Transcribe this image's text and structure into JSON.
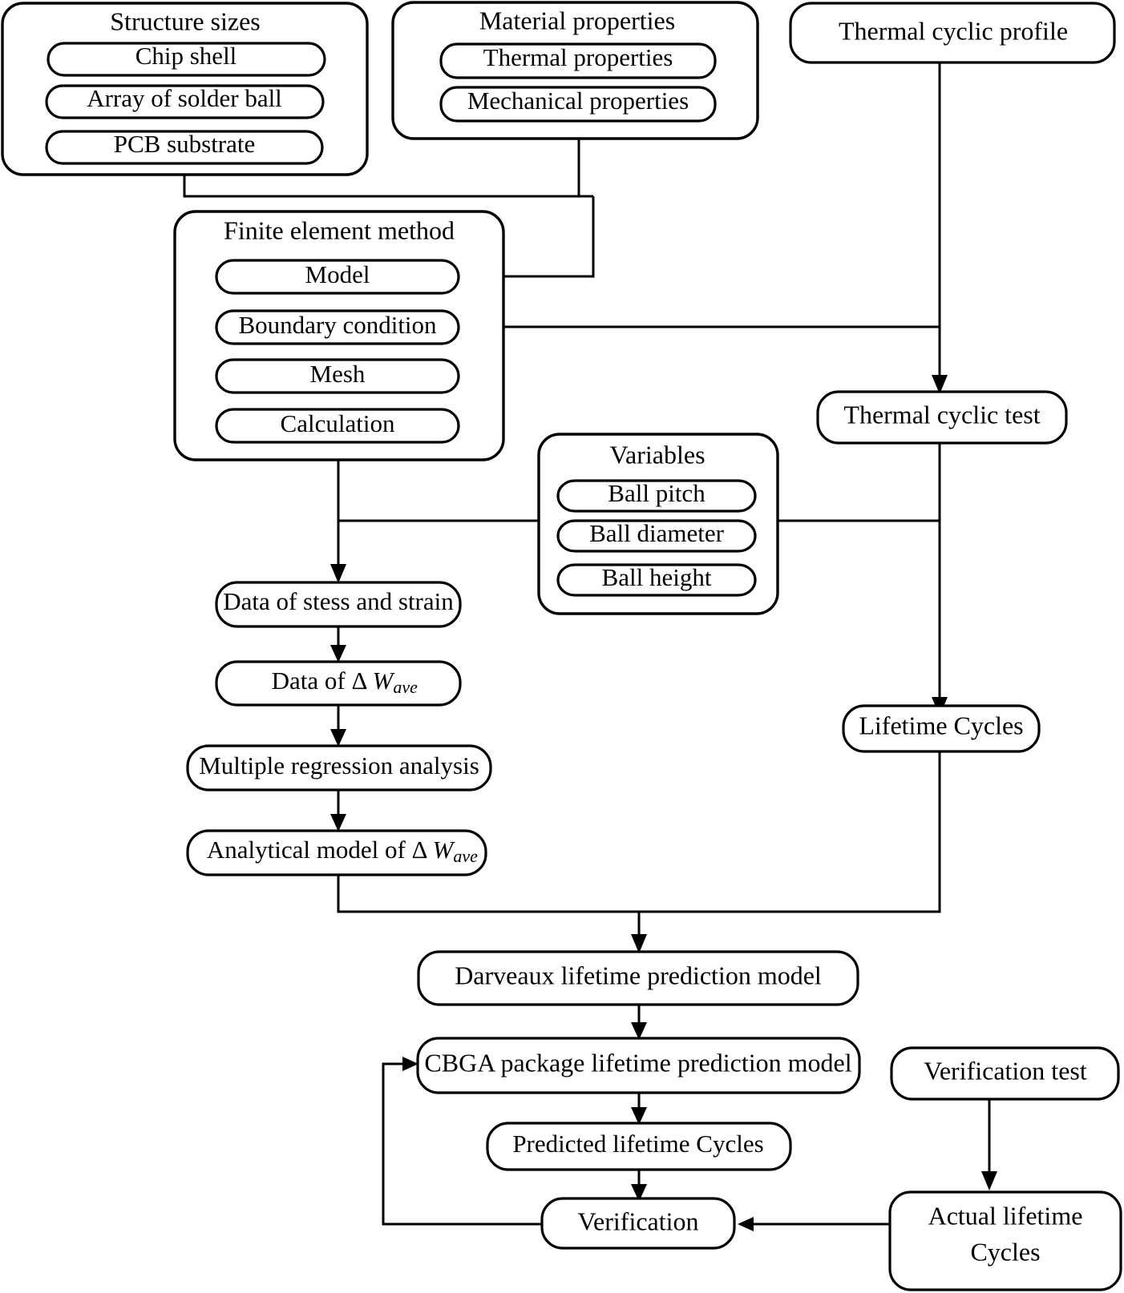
{
  "diagram": {
    "title": "CBGA package lifetime prediction methodology flowchart",
    "colors": {
      "stroke": "#000000",
      "fill": "#ffffff",
      "text": "#000000"
    }
  },
  "groups": {
    "structure_sizes": {
      "title": "Structure sizes",
      "items": [
        "Chip shell",
        "Array of solder ball",
        "PCB substrate"
      ]
    },
    "material_properties": {
      "title": "Material properties",
      "items": [
        "Thermal properties",
        "Mechanical properties"
      ]
    },
    "finite_element_method": {
      "title": "Finite element method",
      "items": [
        "Model",
        "Boundary condition",
        "Mesh",
        "Calculation"
      ]
    },
    "variables": {
      "title": "Variables",
      "items": [
        "Ball pitch",
        "Ball diameter",
        "Ball height"
      ]
    }
  },
  "nodes": {
    "thermal_cyclic_profile": "Thermal cyclic profile",
    "thermal_cyclic_test": "Thermal cyclic test",
    "lifetime_cycles": "Lifetime Cycles",
    "data_stress_strain": "Data of stess and strain",
    "data_dw_prefix": "Data of Δ ",
    "data_dw_symbol": "W",
    "data_dw_subscript": "ave",
    "multiple_regression": "Multiple regression analysis",
    "analytical_model_prefix": "Analytical model of Δ ",
    "analytical_model_symbol": "W",
    "analytical_model_subscript": "ave",
    "darveaux_model": "Darveaux lifetime prediction model",
    "cbga_model": "CBGA package lifetime prediction model",
    "predicted_lifetime": "Predicted lifetime Cycles",
    "verification": "Verification",
    "verification_test": "Verification test",
    "actual_lifetime_line1": "Actual lifetime",
    "actual_lifetime_line2": "Cycles"
  },
  "connections": [
    {
      "from": "structure-sizes",
      "to": "finite-element-model"
    },
    {
      "from": "material-properties",
      "to": "finite-element-model"
    },
    {
      "from": "thermal-cyclic-profile",
      "to": "boundary-condition"
    },
    {
      "from": "thermal-cyclic-profile",
      "to": "thermal-cyclic-test"
    },
    {
      "from": "model",
      "to": "boundary-condition"
    },
    {
      "from": "boundary-condition",
      "to": "mesh"
    },
    {
      "from": "mesh",
      "to": "calculation"
    },
    {
      "from": "calculation",
      "to": "data-of-stress-and-strain"
    },
    {
      "from": "variables",
      "to": "finite-element-method"
    },
    {
      "from": "variables",
      "to": "thermal-cyclic-test-branch"
    },
    {
      "from": "data-of-stress-and-strain",
      "to": "data-of-delta-wave"
    },
    {
      "from": "data-of-delta-wave",
      "to": "multiple-regression-analysis"
    },
    {
      "from": "multiple-regression-analysis",
      "to": "analytical-model"
    },
    {
      "from": "analytical-model",
      "to": "darveaux-model"
    },
    {
      "from": "thermal-cyclic-test",
      "to": "lifetime-cycles"
    },
    {
      "from": "lifetime-cycles",
      "to": "darveaux-model"
    },
    {
      "from": "darveaux-model",
      "to": "cbga-model"
    },
    {
      "from": "cbga-model",
      "to": "predicted-lifetime-cycles"
    },
    {
      "from": "predicted-lifetime-cycles",
      "to": "verification"
    },
    {
      "from": "verification",
      "to": "cbga-model-feedback"
    },
    {
      "from": "verification-test",
      "to": "actual-lifetime-cycles"
    },
    {
      "from": "actual-lifetime-cycles",
      "to": "verification"
    }
  ]
}
